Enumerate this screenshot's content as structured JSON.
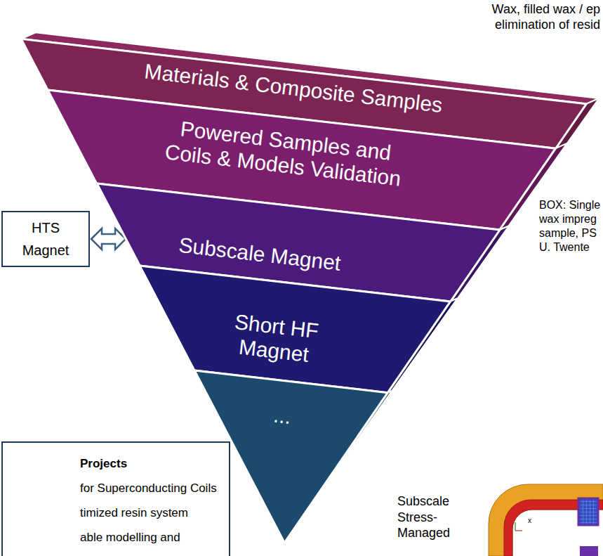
{
  "diagram": {
    "nodes": [
      {
        "text": [
          "Materials & Composite Samples"
        ]
      },
      {
        "text": [
          "Powered Samples and Coils & Models Validation"
        ]
      },
      {
        "text": [
          "Subscale Magnet"
        ]
      },
      {
        "text": [
          "Short HF Magnet"
        ]
      },
      {
        "text": [
          "..."
        ]
      },
      {
        "text": [
          "HTS Magnet"
        ]
      },
      {
        "text": [
          "Projects",
          "for Superconducting Coils",
          "timized resin system",
          "able modelling and"
        ]
      }
    ],
    "edges": [
      {
        "from": 5,
        "to": 2,
        "arrow": "both"
      }
    ],
    "labels": [
      "Wax, filled wax / ep",
      "elimination of resid",
      "BOX: Single wax impreg sample, PS U. Twente",
      "Subscale Stress- Managed",
      "x"
    ]
  }
}
